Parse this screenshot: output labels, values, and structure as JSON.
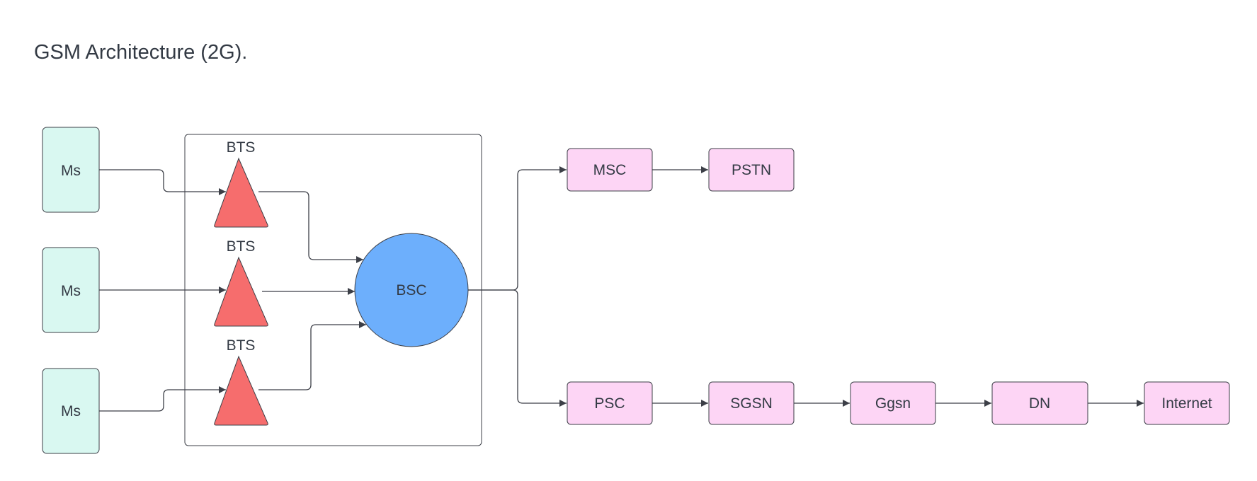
{
  "title": "GSM Architecture (2G).",
  "ms_nodes": [
    "Ms",
    "Ms",
    "Ms"
  ],
  "bts_nodes": [
    "BTS",
    "BTS",
    "BTS"
  ],
  "bsc": "BSC",
  "upper_chain": [
    "MSC",
    "PSTN"
  ],
  "lower_chain": [
    "PSC",
    "SGSN",
    "Ggsn",
    "DN",
    "Internet"
  ],
  "colors": {
    "ms_fill": "#d9f8f1",
    "bts_fill": "#f66d6d",
    "bsc_fill": "#6daffc",
    "box_fill": "#fdd5f5",
    "line": "#3c3f47"
  }
}
